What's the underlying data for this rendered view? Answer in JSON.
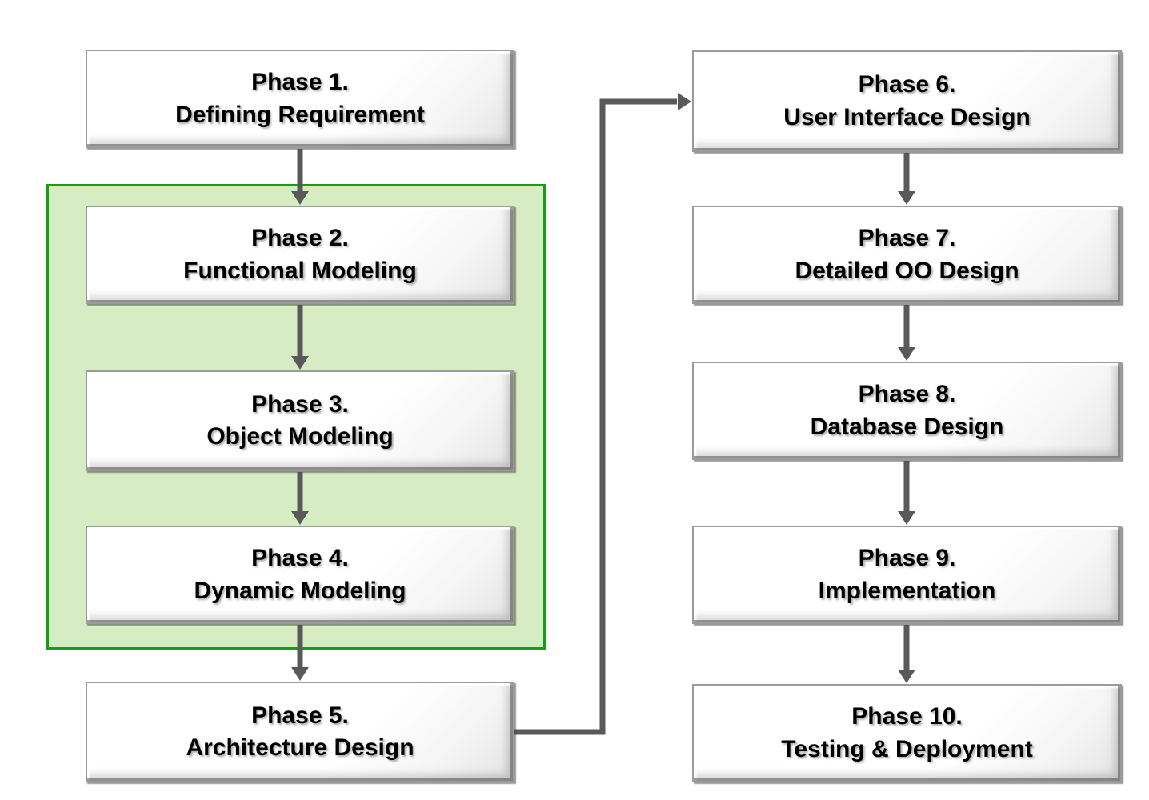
{
  "diagram": {
    "phases": [
      {
        "label": "Phase 1.",
        "title": "Defining Requirement"
      },
      {
        "label": "Phase 2.",
        "title": "Functional Modeling"
      },
      {
        "label": "Phase 3.",
        "title": "Object Modeling"
      },
      {
        "label": "Phase 4.",
        "title": "Dynamic Modeling"
      },
      {
        "label": "Phase 5.",
        "title": "Architecture Design"
      },
      {
        "label": "Phase 6.",
        "title": "User Interface Design"
      },
      {
        "label": "Phase 7.",
        "title": "Detailed OO Design"
      },
      {
        "label": "Phase 8.",
        "title": "Database Design"
      },
      {
        "label": "Phase 9.",
        "title": "Implementation"
      },
      {
        "label": "Phase 10.",
        "title": "Testing & Deployment"
      }
    ],
    "flow": [
      "Phase 1 -> Phase 2",
      "Phase 2 -> Phase 3",
      "Phase 3 -> Phase 4",
      "Phase 4 -> Phase 5",
      "Phase 5 -> Phase 6",
      "Phase 6 -> Phase 7",
      "Phase 7 -> Phase 8",
      "Phase 8 -> Phase 9",
      "Phase 9 -> Phase 10"
    ],
    "highlight_group_phases": [
      "Phase 2",
      "Phase 3",
      "Phase 4"
    ],
    "colors": {
      "highlight_fill": "#d6ecc2",
      "highlight_border": "#14a014",
      "arrow": "#595959",
      "box_border": "#9b9b9b",
      "box_fill": "#ffffff",
      "text": "#000000"
    }
  }
}
